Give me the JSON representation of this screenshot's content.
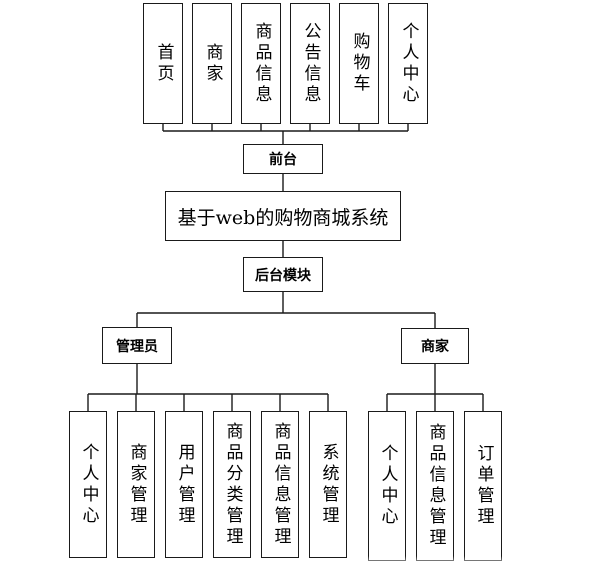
{
  "diagram": {
    "root": {
      "label": "基于web的购物商城系统"
    },
    "frontend": {
      "label": "前台",
      "children": [
        "首页",
        "商家",
        "商品信息",
        "公告信息",
        "购物车",
        "个人中心"
      ]
    },
    "backend": {
      "label": "后台模块",
      "admin": {
        "label": "管理员",
        "children": [
          "个人中心",
          "商家管理",
          "用户管理",
          "商品分类管理",
          "商品信息管理",
          "系统管理"
        ]
      },
      "merchant": {
        "label": "商家",
        "children": [
          "个人中心",
          "商品信息管理",
          "订单管理"
        ]
      }
    }
  }
}
